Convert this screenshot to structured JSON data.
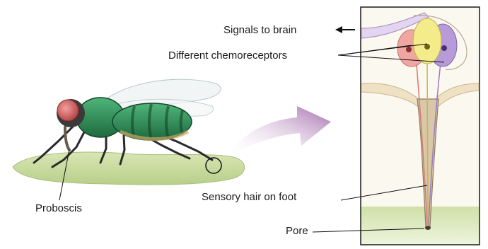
{
  "labels": {
    "signals": "Signals to brain",
    "chemoreceptors": "Different chemoreceptors",
    "proboscis": "Proboscis",
    "sensory_hair": "Sensory hair on foot",
    "pore": "Pore"
  },
  "colors": {
    "leaf": "#c9dba0",
    "fly_body": "#2e8f55",
    "fly_eye": "#d96a6a",
    "arrow": "#b07ab8",
    "cell_pink": "#f0a7a3",
    "cell_yellow": "#f4ec8a",
    "cell_purple": "#b79bd8",
    "inset_bg": "#f7f1e4"
  },
  "icons": [
    "fly-illustration",
    "magnify-arrow",
    "receptor-cells"
  ]
}
